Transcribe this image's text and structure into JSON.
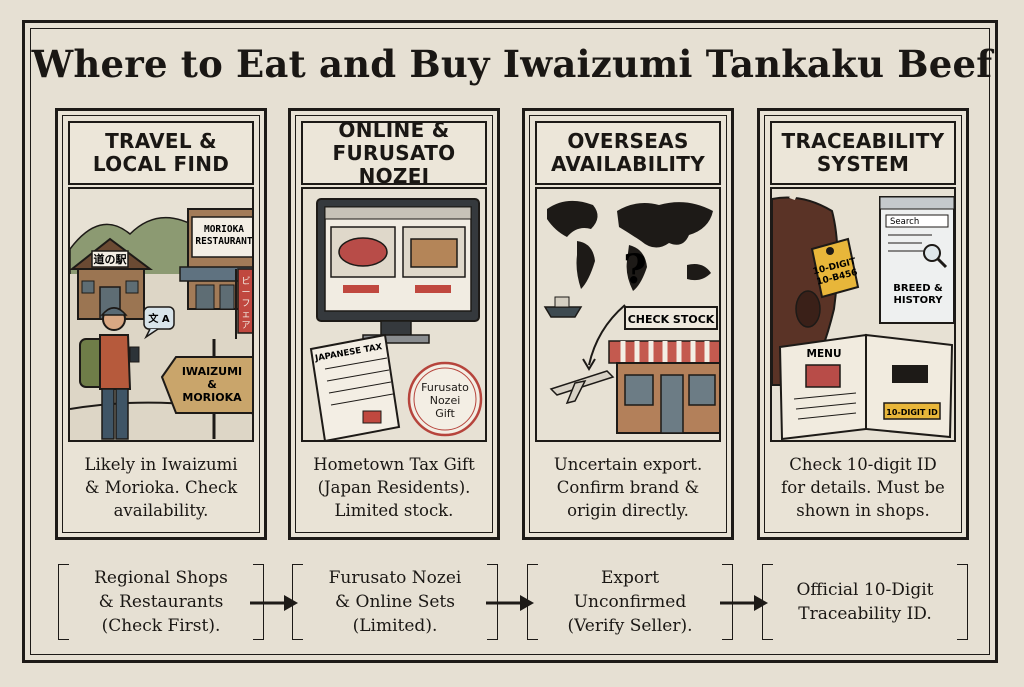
{
  "title": "Where to Eat and Buy Iwaizumi Tankaku Beef",
  "panels": [
    {
      "heading": "TRAVEL &\nLOCAL FIND",
      "illustration": {
        "station_sign": "道の駅",
        "restaurant_sign": "MORIOKA\nRESTAURANT",
        "banner": "ビーフェア",
        "translate_bubble": "文 A",
        "direction_sign": "IWAIZUMI\n&\nMORIOKA"
      },
      "description": "Likely in Iwaizumi\n& Morioka. Check\navailability."
    },
    {
      "heading": "ONLINE &\nFURUSATO NOZEI",
      "illustration": {
        "tax_form": "JAPANESE TAX",
        "gift_stamp": "Furusato\nNozei\nGift"
      },
      "description": "Hometown Tax Gift\n(Japan Residents).\nLimited stock."
    },
    {
      "heading": "OVERSEAS\nAVAILABILITY",
      "illustration": {
        "question_mark": "?",
        "shop_sign": "CHECK STOCK"
      },
      "description": "Uncertain export.\nConfirm brand &\norigin directly."
    },
    {
      "heading": "TRACEABILITY\nSYSTEM",
      "illustration": {
        "search_label": "Search",
        "ear_tag": "10-DIGIT\n10-B456",
        "breed_label": "BREED &\nHISTORY",
        "menu_title": "MENU",
        "menu_id": "10-DIGIT ID"
      },
      "description": "Check 10-digit ID\nfor details. Must be\nshown in shops."
    }
  ],
  "flow": [
    "Regional Shops\n& Restaurants\n(Check First).",
    "Furusato Nozei\n& Online Sets\n(Limited).",
    "Export\nUnconfirmed\n(Verify Seller).",
    "Official 10-Digit\nTraceability ID."
  ]
}
